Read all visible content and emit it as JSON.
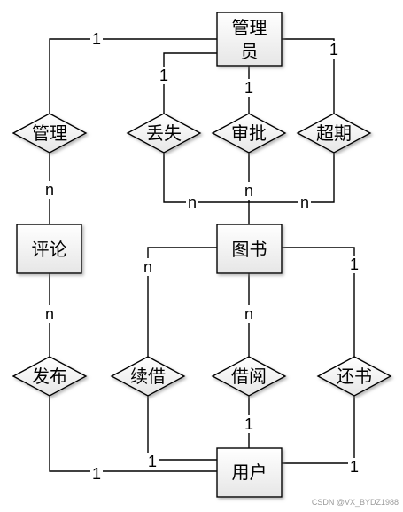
{
  "entities": {
    "admin": "管理员",
    "review": "评论",
    "book": "图书",
    "user": "用户"
  },
  "relationships": {
    "manage": "管理",
    "lose": "丢失",
    "approve": "审批",
    "overdue": "超期",
    "publish": "发布",
    "renew": "续借",
    "borrow": "借阅",
    "return": "还书"
  },
  "cardinalities": {
    "one": "1",
    "many": "n"
  },
  "watermark": "CSDN @VX_BYDZ1988"
}
